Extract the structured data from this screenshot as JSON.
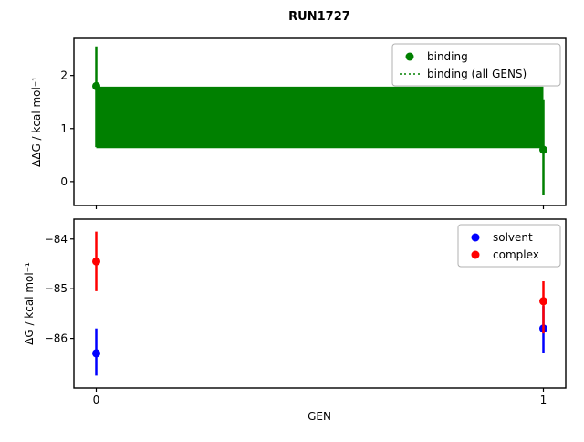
{
  "figure": {
    "title": "RUN1727",
    "xlabel": "GEN",
    "background": "#ffffff"
  },
  "chart_data": [
    {
      "type": "scatter",
      "subplot": "top",
      "ylabel": "ΔΔG / kcal mol⁻¹",
      "ylim": [
        -0.45,
        2.7
      ],
      "yticks": [
        0,
        1,
        2
      ],
      "xlim": [
        -0.05,
        1.05
      ],
      "xticks": [
        0,
        1
      ],
      "xticklabels": false,
      "series": [
        {
          "name": "binding",
          "color": "#008000",
          "marker": "circle",
          "x": [
            0,
            1
          ],
          "y": [
            1.8,
            0.6
          ],
          "err_low": [
            0.65,
            -0.25
          ],
          "err_high": [
            2.55,
            1.55
          ]
        }
      ],
      "band": {
        "name": "binding (all GENS)",
        "color": "#008000",
        "x_range": [
          0,
          1
        ],
        "low": 0.63,
        "high": 1.79,
        "mean": 1.21,
        "line_style": "dotted"
      },
      "legend": [
        {
          "label": "binding",
          "handle": "marker",
          "color": "#008000"
        },
        {
          "label": "binding (all GENS)",
          "handle": "dotted-line",
          "color": "#008000"
        }
      ],
      "legend_position": "upper right"
    },
    {
      "type": "scatter",
      "subplot": "bottom",
      "ylabel": "ΔG / kcal mol⁻¹",
      "ylim": [
        -87.0,
        -83.6
      ],
      "yticks": [
        -84,
        -85,
        -86
      ],
      "xlim": [
        -0.05,
        1.05
      ],
      "xticks": [
        0,
        1
      ],
      "xticklabels": true,
      "series": [
        {
          "name": "solvent",
          "color": "#0000ff",
          "marker": "circle",
          "x": [
            0,
            1
          ],
          "y": [
            -86.3,
            -85.8
          ],
          "err_low": [
            -86.75,
            -86.3
          ],
          "err_high": [
            -85.8,
            -85.35
          ]
        },
        {
          "name": "complex",
          "color": "#ff0000",
          "marker": "circle",
          "x": [
            0,
            1
          ],
          "y": [
            -84.45,
            -85.25
          ],
          "err_low": [
            -85.05,
            -85.9
          ],
          "err_high": [
            -83.85,
            -84.85
          ]
        }
      ],
      "legend": [
        {
          "label": "solvent",
          "handle": "marker",
          "color": "#0000ff"
        },
        {
          "label": "complex",
          "handle": "marker",
          "color": "#ff0000"
        }
      ],
      "legend_position": "upper right"
    }
  ]
}
